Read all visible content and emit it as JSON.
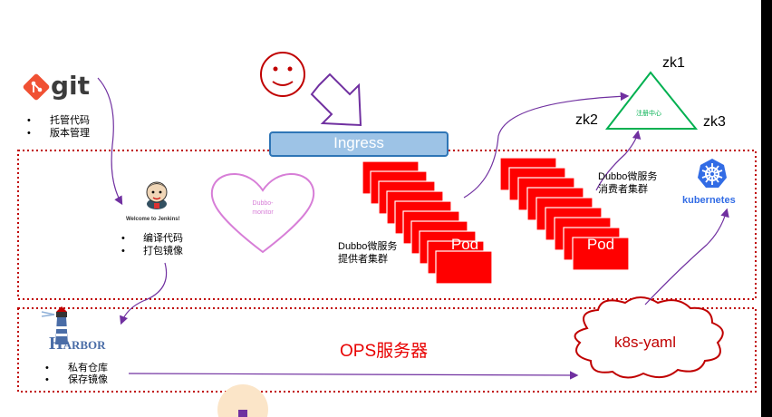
{
  "git": {
    "logo_text": "git",
    "bullets": [
      "托管代码",
      "版本管理"
    ]
  },
  "jenkins": {
    "welcome": "Welcome to Jenkins!",
    "bullets": [
      "编译代码",
      "打包镜像"
    ]
  },
  "harbor": {
    "logo_text": "ARBOR",
    "logo_initial": "H",
    "bullets": [
      "私有仓库",
      "保存镜像"
    ]
  },
  "ingress": {
    "label": "Ingress"
  },
  "dubbo_monitor": {
    "label": "Dubbo-\nmonitor"
  },
  "provider": {
    "pod_label": "Pod",
    "caption": "Dubbo微服务\n提供者集群"
  },
  "consumer": {
    "pod_label": "Pod",
    "caption": "Dubbo微服务\n消费者集群"
  },
  "zookeeper": {
    "center": "注册中心",
    "zk1": "zk1",
    "zk2": "zk2",
    "zk3": "zk3"
  },
  "kubernetes": {
    "label": "kubernetes"
  },
  "ops": {
    "label": "OPS服务器"
  },
  "k8s_yaml": {
    "label": "k8s-yaml"
  },
  "colors": {
    "red": "#e80000",
    "pod_red": "#ff0000",
    "dotted_red": "#c00000",
    "ingress_fill": "#9dc3e6",
    "ingress_stroke": "#2e75b6",
    "purple": "#7030a0",
    "green": "#00b050",
    "k8s_blue": "#326ce5",
    "git_orange": "#f05133",
    "monitor_pink": "#d77ed7"
  }
}
